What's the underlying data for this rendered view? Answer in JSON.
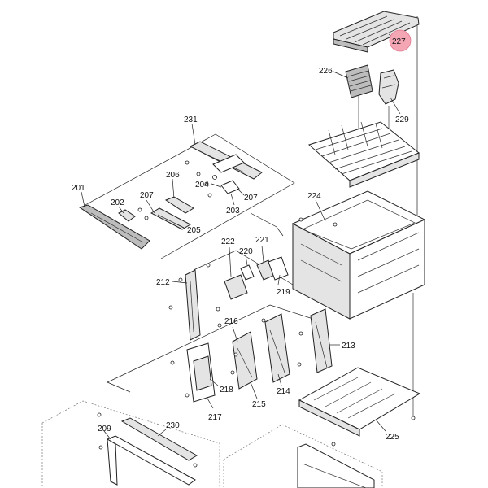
{
  "diagram": {
    "callouts": {
      "p201": "201",
      "p202": "202",
      "p203": "203",
      "p204": "204",
      "p205": "205",
      "p206": "206",
      "p207a": "207",
      "p207b": "207",
      "p209": "209",
      "p212": "212",
      "p213": "213",
      "p214": "214",
      "p215": "215",
      "p216": "216",
      "p217": "217",
      "p218": "218",
      "p219": "219",
      "p220": "220",
      "p221": "221",
      "p222": "222",
      "p224": "224",
      "p225": "225",
      "p226": "226",
      "p227": "227",
      "p229": "229",
      "p230": "230",
      "p231": "231"
    },
    "highlighted_callout": "227",
    "highlight_color": "#f4a6b5"
  }
}
